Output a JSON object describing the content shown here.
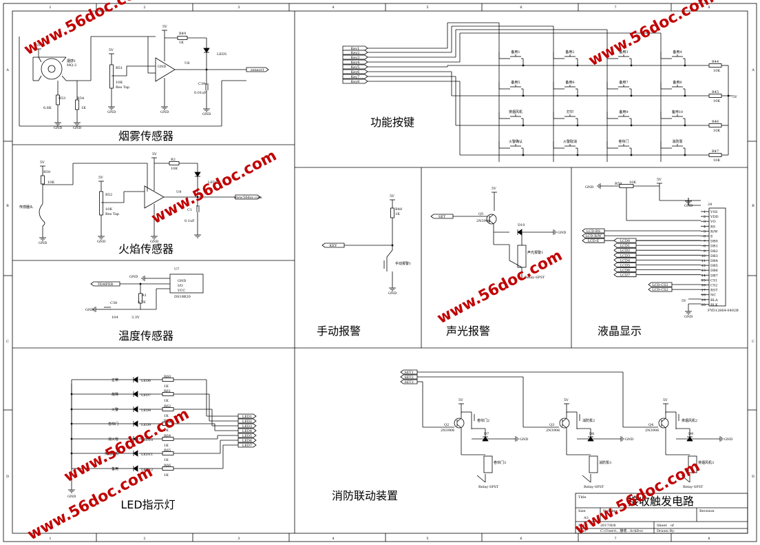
{
  "watermark": "www.56doc.com",
  "border": {
    "cols": [
      "1",
      "2",
      "3",
      "4",
      "5",
      "6",
      "7",
      "8"
    ],
    "rows": [
      "A",
      "B",
      "C",
      "D"
    ]
  },
  "sections": {
    "smoke": "烟雾传感器",
    "flame": "火焰传感器",
    "temp": "温度传感器",
    "led": "LED指示灯",
    "keys": "功能按键",
    "manual": "手动报警",
    "soundlight": "声光报警",
    "lcd": "液晶显示",
    "linkage": "消防联动装置"
  },
  "smoke": {
    "v5a": "5V",
    "v5b": "5V",
    "v5c": "5V",
    "sensor_name": "烟感1",
    "sensor_model": "MQ-2",
    "r53": "R53",
    "r53v": "6.6K",
    "r54": "R54",
    "r54v": "1K",
    "r51": "R51",
    "r51v": "10K",
    "r51t": "Res Tap",
    "r49": "R49",
    "r49v": "1K",
    "u": "U8",
    "led": "LED5",
    "c": "C39",
    "cv": "0.01uF",
    "net": "sensor1",
    "gnd": "GND"
  },
  "flame": {
    "v5a": "5V",
    "v5b": "5V",
    "v5c": "5V",
    "r50": "R50",
    "r50v": "10K",
    "probe": "传感器头",
    "r52": "R52",
    "r52v": "10K",
    "r52t": "Res Tap",
    "r2": "R2",
    "r2v": "10K",
    "u": "U9",
    "led": "LED1",
    "c": "C1",
    "cv": "0.1uF",
    "gnd": "GND"
  },
  "temp": {
    "u": "U7",
    "pins": [
      "GND",
      "I/O",
      "VCC"
    ],
    "part": "DS18B20",
    "net": "TEMPER",
    "r": "R1",
    "rv": "4.7K",
    "c": "C38",
    "cv": "104",
    "v": "3.3V",
    "gnd": "GND"
  },
  "leds": {
    "names": [
      "正常",
      "故障",
      "火警",
      "卷帘门",
      "消火栓",
      "排烟风机",
      "备用"
    ],
    "refs": [
      "LED6",
      "LED7",
      "LED8",
      "LED9",
      "LED10",
      "LED11",
      "LED12"
    ],
    "res": [
      "R60",
      "R61",
      "R62",
      "R63",
      "R64",
      "R65",
      "R66"
    ],
    "val": "1K",
    "nets": [
      "LED1",
      "LED2",
      "LED3",
      "LED4",
      "LED5",
      "LED6",
      "LED7"
    ],
    "gnd": "GND"
  },
  "keys": {
    "nets": [
      "Key1",
      "Key2",
      "Key3",
      "Key4",
      "Key5",
      "Key6",
      "Key7",
      "Key8"
    ],
    "grid": [
      [
        "备用1",
        "备用2",
        "备用3",
        "备用4"
      ],
      [
        "备用5",
        "备用6",
        "备用7",
        "备用8"
      ],
      [
        "排烟风机",
        "打印",
        "备用9",
        "备用10"
      ],
      [
        "火警确认",
        "火警取消",
        "卷帘门",
        "消防泵"
      ]
    ],
    "res": [
      "R44",
      "R45",
      "R46",
      "R47"
    ],
    "val": "10K",
    "v": "5V"
  },
  "manual": {
    "v": "5V",
    "r": "R48",
    "rv": "1K",
    "net": "KEY",
    "sw": "手动报警1",
    "gnd": "GND"
  },
  "sound": {
    "v": "5V",
    "net": "SET",
    "q": "Q5",
    "qm": "2N3906",
    "d": "D10",
    "k": "声光报警1",
    "relay": "Relay-SPST",
    "gnd": "GND"
  },
  "lcd": {
    "gnd": "GND",
    "r": "R59",
    "rv": "10K",
    "v": "5V",
    "top": "24",
    "pins": [
      "VSS",
      "VDD",
      "VO",
      "RS",
      "R/W",
      "E",
      "DB0",
      "DB1",
      "DB2",
      "DB3",
      "DB4",
      "DB5",
      "DB6",
      "DB7",
      "CS1",
      "CS2",
      "RST",
      "NC",
      "BLA",
      "BLK"
    ],
    "nums": [
      "1",
      "2",
      "3",
      "4",
      "5",
      "6",
      "7",
      "8",
      "9",
      "10",
      "11",
      "12",
      "13",
      "14",
      "15",
      "16",
      "17",
      "18",
      "19",
      "20"
    ],
    "ctrl": [
      "LCD-RS",
      "LCD-R/W",
      "LCD-E"
    ],
    "data": [
      "LCD0",
      "LCD1",
      "LCD2",
      "LCD3",
      "LCD4",
      "LCD5",
      "LCD6",
      "LCD7"
    ],
    "cs": [
      "LCD-CS1",
      "LCD-CS2"
    ],
    "part": "FYD12864-0402B",
    "blv": "5V"
  },
  "linkage": {
    "nets": [
      "SET1",
      "SET2",
      "SET3"
    ],
    "q": [
      "Q2",
      "Q3",
      "Q4"
    ],
    "qm": "2N3906",
    "d": [
      "D7",
      "D8",
      "D9"
    ],
    "k1": [
      "卷帘门2",
      "消防泵2",
      "排烟风机2"
    ],
    "k3": [
      "卷帘门3",
      "消防泵3",
      "排烟风机3"
    ],
    "relay": "Relay-SPST",
    "v": "5V",
    "gnd": "GND"
  },
  "title_block": {
    "title_label": "Title",
    "title": "接收触发电路",
    "size_label": "Size",
    "size": "A3",
    "number_label": "Number",
    "revision_label": "Revision",
    "date_label": "Date:",
    "date": "2017/6/8",
    "file_label": "File:",
    "file": "C:\\Users\\...接收...SchDoc",
    "sheet_label": "Sheet",
    "of_label": "of",
    "drawn_label": "Drawn By:"
  }
}
